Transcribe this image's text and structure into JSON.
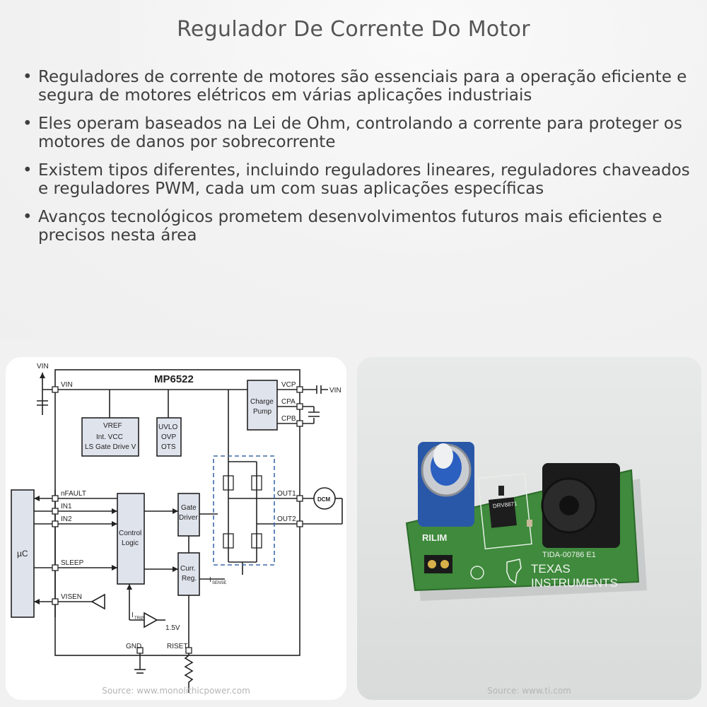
{
  "title": "Regulador De Corrente Do Motor",
  "bullets": [
    "Reguladores de corrente de motores são essenciais para a operação eficiente e segura de motores elétricos em várias aplicações industriais",
    "Eles operam baseados na Lei de Ohm, controlando a corrente para proteger os motores de danos por sobrecorrente",
    "Existem tipos diferentes, incluindo reguladores lineares, reguladores chaveados e reguladores PWM, cada um com suas aplicações específicas",
    "Avanços tecnológicos prometem desenvolvimentos futuros mais eficientes e precisos nesta área"
  ],
  "bullet_char": "•",
  "diagram": {
    "chip_name": "MP6522",
    "vin_top": "VIN",
    "vin": "VIN",
    "vin_right": "VIN",
    "vref_line": "VREF",
    "vref_sub": "REF",
    "intvcc": "Int. VCC",
    "ls_gate": "LS Gate Drive V",
    "uvlo": "UVLO",
    "ovp": "OVP",
    "ots": "OTS",
    "charge": "Charge",
    "pump": "Pump",
    "vcp": "VCP",
    "cpa": "CPA",
    "cpb": "CPB",
    "nfault": "nFAULT",
    "in1": "IN1",
    "in2": "IN2",
    "sleep": "SLEEP",
    "visen": "VISEN",
    "uc": "µC",
    "control": "Control",
    "logic": "Logic",
    "gate": "Gate",
    "driver": "Driver",
    "curr": "Curr.",
    "reg": "Reg.",
    "out1": "OUT1",
    "out2": "OUT2",
    "dcm": "DCM",
    "isense": "I",
    "isense_sub": "SENSE",
    "itrp": "I",
    "itrp_sub": "TRIP",
    "v15": "1.5V",
    "gnd": "GND",
    "riset": "RISET",
    "source": "Source: www.monolithicpower.com"
  },
  "photo": {
    "board_label": "TIDA-00786 E1",
    "chip_label": "DRV8871",
    "rilim": "RILIM",
    "brand_1": "TEXAS",
    "brand_2": "INSTRUMENTS",
    "source": "Source: www.ti.com"
  },
  "colors": {
    "pcb_green": "#3f8a3c",
    "pot_blue": "#2a58a8",
    "diagram_line": "#222222",
    "block_fill": "#dfe3ec",
    "dash_blue": "#3d6aa8"
  }
}
